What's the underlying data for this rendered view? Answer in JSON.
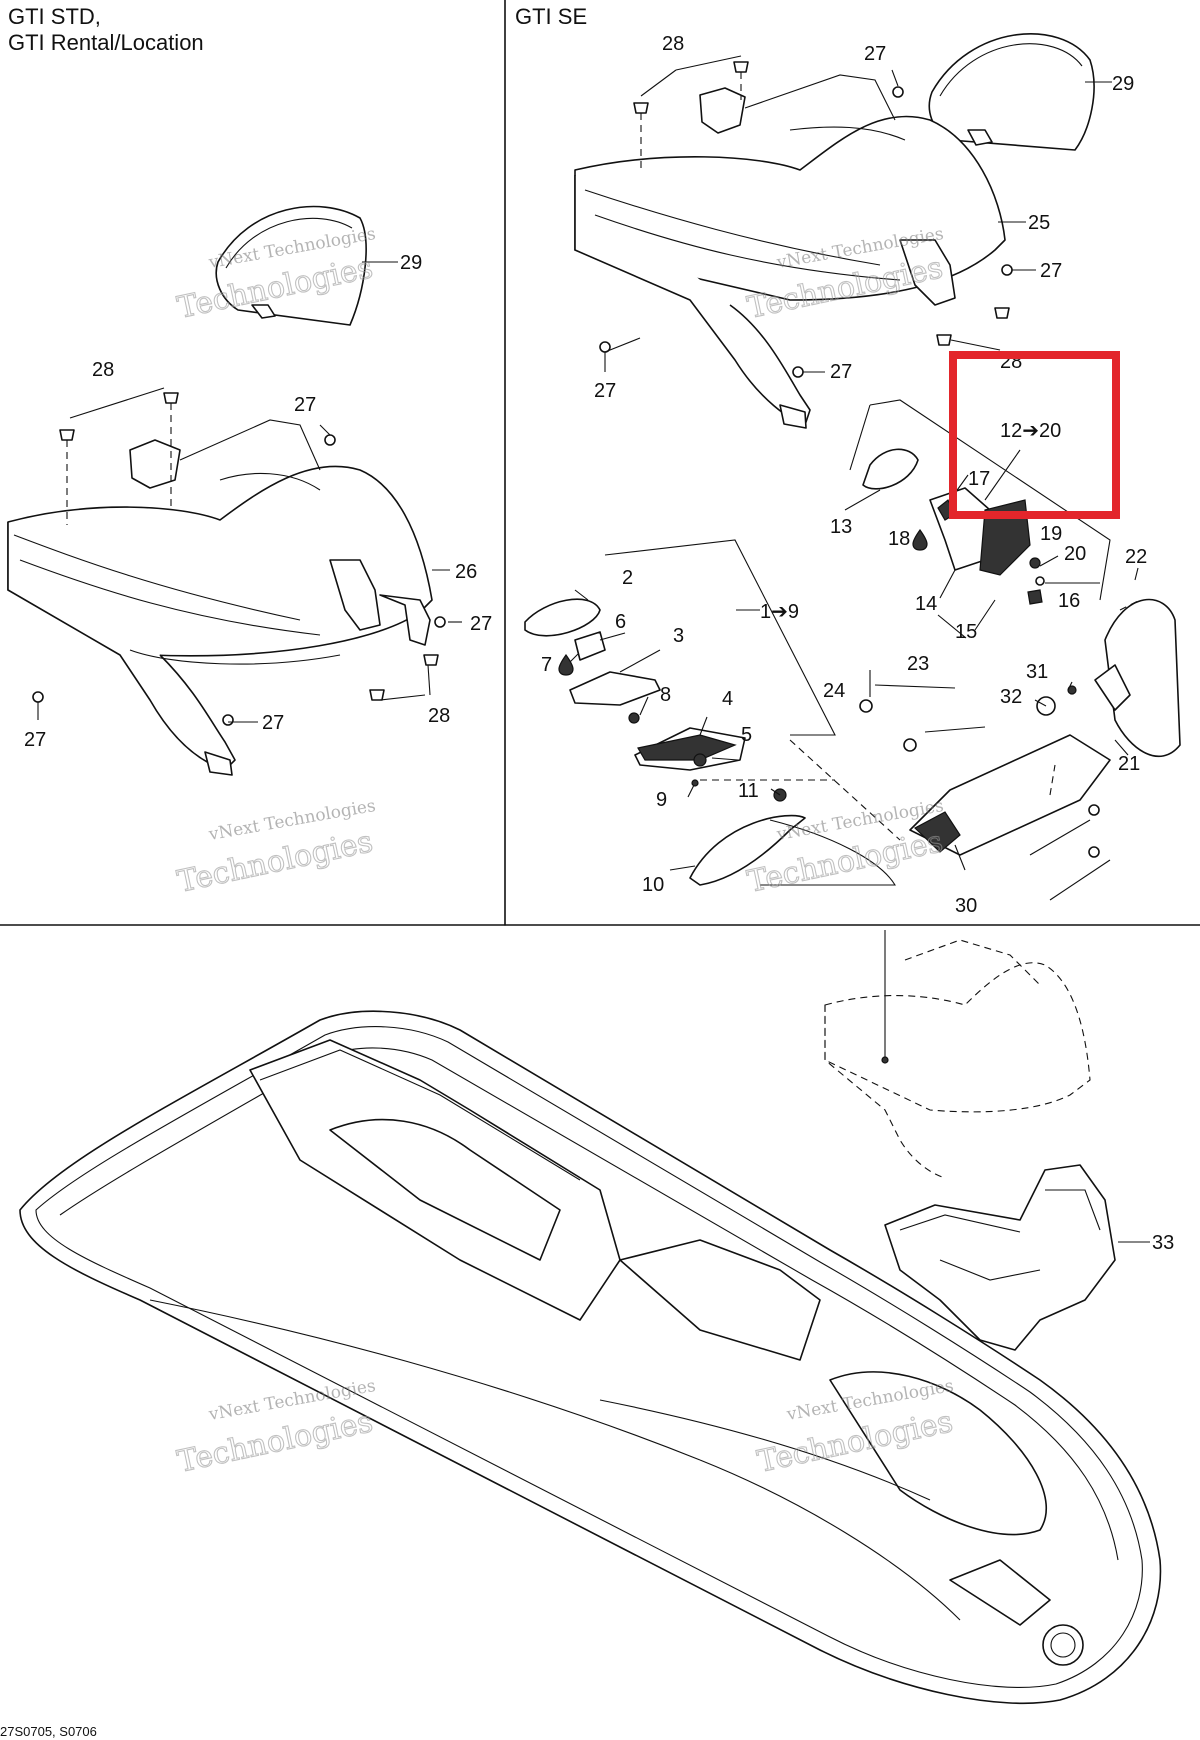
{
  "panels": {
    "top_left_title_line1": "GTI STD,",
    "top_left_title_line2": "GTI Rental/Location",
    "top_right_title": "GTI SE"
  },
  "callouts": {
    "n1to9": "1➔9",
    "n2": "2",
    "n3": "3",
    "n4": "4",
    "n5": "5",
    "n6": "6",
    "n7": "7",
    "n8": "8",
    "n9": "9",
    "n10": "10",
    "n11": "11",
    "n12to20": "12➔20",
    "n13": "13",
    "n14": "14",
    "n15": "15",
    "n16": "16",
    "n17": "17",
    "n18": "18",
    "n19": "19",
    "n20": "20",
    "n21": "21",
    "n22": "22",
    "n23": "23",
    "n24": "24",
    "n25": "25",
    "n26": "26",
    "n27": "27",
    "n28": "28",
    "n29": "29",
    "n30": "30",
    "n31": "31",
    "n32": "32",
    "n33": "33"
  },
  "watermark": {
    "line1": "vNext Technologies",
    "line2": "Technologies"
  },
  "footer_code": "27S0705, S0706",
  "highlight": {
    "color": "#e3262b",
    "target": "12➔20"
  }
}
